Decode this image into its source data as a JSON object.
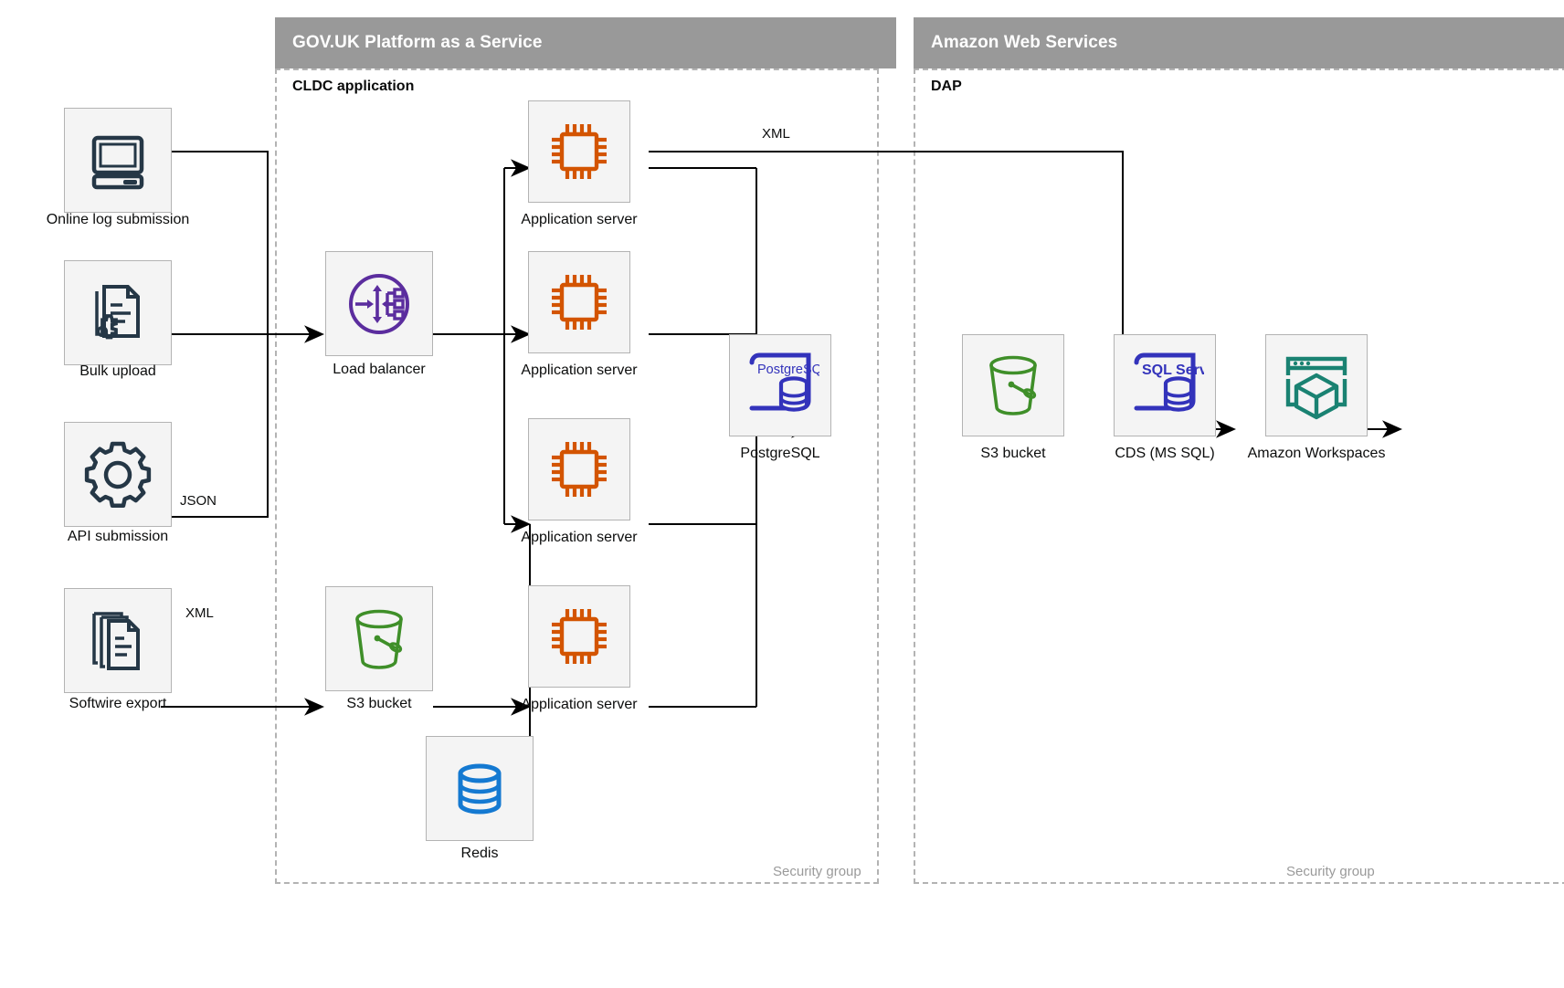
{
  "groups": [
    {
      "id": "paas",
      "title": "GOV.UK Platform as a Service",
      "subtitle": "CLDC application",
      "security_label": "Security group"
    },
    {
      "id": "aws",
      "title": "Amazon Web Services",
      "subtitle": "DAP",
      "security_label": "Security group"
    }
  ],
  "nodes": {
    "online_log": {
      "label": "Online log submission",
      "icon": "desktop-computer-icon"
    },
    "bulk_upload": {
      "label": "Bulk upload",
      "icon": "document-gear-icon"
    },
    "api_sub": {
      "label": "API submission",
      "icon": "gear-icon"
    },
    "softwire": {
      "label": "Softwire export",
      "icon": "documents-stack-icon"
    },
    "load_balancer": {
      "label": "Load balancer",
      "icon": "load-balancer-icon"
    },
    "s3_paas": {
      "label": "S3 bucket",
      "icon": "s3-bucket-icon"
    },
    "redis": {
      "label": "Redis",
      "icon": "redis-database-icon"
    },
    "app1": {
      "label": "Application server",
      "icon": "cpu-chip-icon"
    },
    "app2": {
      "label": "Application server",
      "icon": "cpu-chip-icon"
    },
    "app3": {
      "label": "Application server",
      "icon": "cpu-chip-icon"
    },
    "app4": {
      "label": "Application server",
      "icon": "cpu-chip-icon"
    },
    "postgres": {
      "label": "PostgreSQL",
      "icon": "postgresql-icon",
      "badge": "PostgreSQL"
    },
    "s3_aws": {
      "label": "S3 bucket",
      "icon": "s3-bucket-icon"
    },
    "cds": {
      "label": "CDS (MS SQL)",
      "icon": "sql-server-icon",
      "badge": "SQL Server"
    },
    "workspaces": {
      "label": "Amazon Workspaces",
      "icon": "amazon-workspaces-icon"
    }
  },
  "edge_labels": {
    "json": "JSON",
    "xml_softwire": "XML",
    "xml_to_s3": "XML"
  },
  "colors": {
    "header_grey": "#999999",
    "tile_bg": "#f4f4f4",
    "tile_border": "#b3b3b3",
    "dark_navy": "#253746",
    "chip_orange": "#d35400",
    "purple": "#5b2d9e",
    "postgres_blue": "#3333bb",
    "green": "#3f8f29",
    "teal": "#1a8272",
    "redis_blue": "#1479d1",
    "line_black": "#000000"
  }
}
